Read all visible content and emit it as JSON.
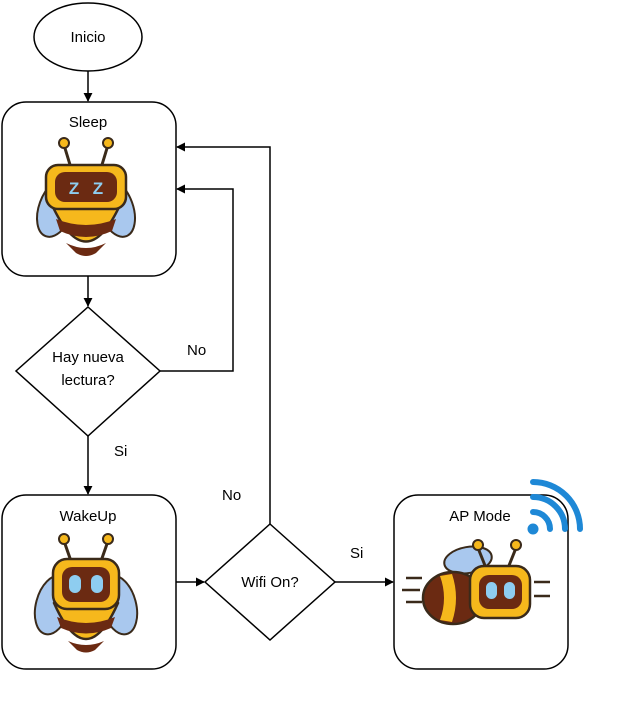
{
  "nodes": {
    "start": "Inicio",
    "sleep": "Sleep",
    "decision_reading": "Hay nueva lectura?",
    "decision_reading_line1": "Hay nueva",
    "decision_reading_line2": "lectura?",
    "wakeup": "WakeUp",
    "decision_wifi": "Wifi On?",
    "ap_mode": "AP Mode"
  },
  "edges": {
    "reading_no": "No",
    "reading_yes": "Si",
    "wifi_no": "No",
    "wifi_yes": "Si"
  },
  "icons": {
    "sleep": "sleeping-bee-robot-icon",
    "wakeup": "awake-bee-robot-icon",
    "ap_mode": "flying-bee-robot-icon",
    "wifi": "wifi-icon"
  },
  "colors": {
    "bee_yellow": "#f6b81c",
    "bee_brown": "#6b2a12",
    "eye_blue": "#8ecdf0",
    "wing_blue": "#a9c8ee",
    "wifi_blue": "#1e88d6"
  }
}
